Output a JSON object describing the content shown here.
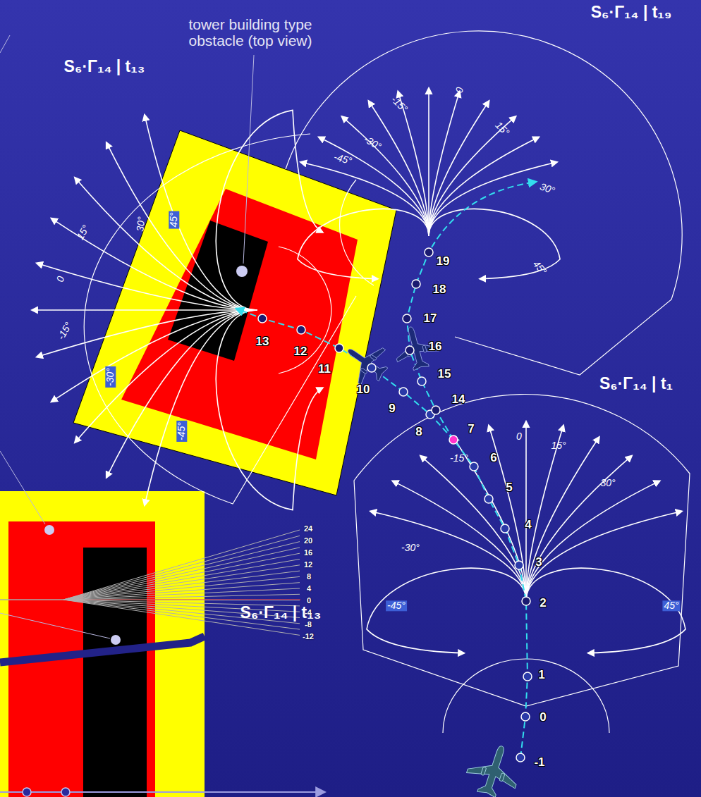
{
  "diagram": {
    "labels": [
      "tower building type obstacle (top view)",
      "S₆·Γ₁₄ | t₁₉",
      "S₆·Γ₁₄ | t₁₃",
      "S₆·Γ₁₄ | t₁",
      "S₆·Γ₁₄ | t₁₃",
      "-15°",
      "0",
      "15°",
      "-30°",
      "30°",
      "-45°",
      "45°",
      "45°",
      "30°",
      "15°",
      "0",
      "-15°",
      "-30°",
      "-45°",
      "0",
      "15°",
      "-15°",
      "30°",
      "-30°",
      "-45°",
      "45°",
      "-1",
      "0",
      "1",
      "2",
      "3",
      "4",
      "5",
      "6",
      "7",
      "8",
      "9",
      "10",
      "11",
      "12",
      "13",
      "14",
      "15",
      "16",
      "17",
      "18",
      "19",
      "24",
      "20",
      "16",
      "12",
      "8",
      "4",
      "0",
      "-4",
      "-8",
      "-12"
    ]
  }
}
